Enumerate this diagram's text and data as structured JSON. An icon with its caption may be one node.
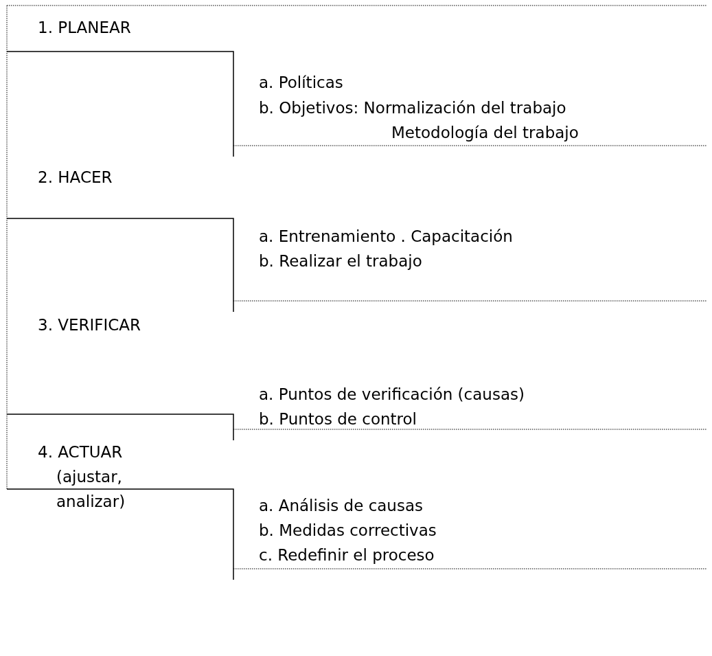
{
  "diagram": {
    "labels": [
      "1. PLANEAR",
      "a. Políticas",
      "b. Objetivos: Normalización del trabajo Metodología del trabajo",
      "2. HACER",
      "a. Entrenamiento . Capacitación",
      "b. Realizar el trabajo",
      "3. VERIFICAR",
      "a. Puntos de verificación (causas)",
      "b. Puntos de control",
      "4. ACTUAR (ajustar, analizar)",
      "a. Análisis de causas",
      "b. Medidas correctivas",
      "c. Redefinir el proceso"
    ]
  }
}
